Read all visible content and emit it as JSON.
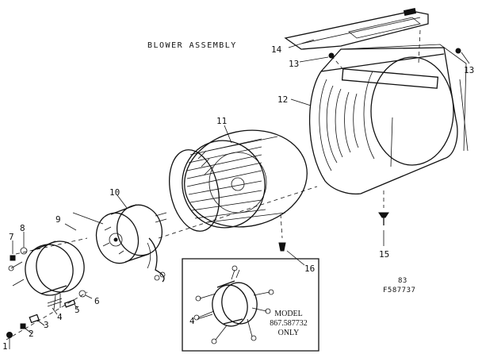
{
  "diagram": {
    "title": "BLOWER ASSEMBLY",
    "code_line1": "83",
    "code_line2": "F587737",
    "inset_note": [
      "MODEL",
      "867.587732",
      "ONLY"
    ],
    "callouts": {
      "c1": "1",
      "c2": "2",
      "c3": "3",
      "c4": "4",
      "c5": "5",
      "c6": "6",
      "c7": "7",
      "c8": "8",
      "c9": "9",
      "c10": "10",
      "c11": "11",
      "c12": "12",
      "c13a": "13",
      "c13b": "13",
      "c14": "14",
      "c15": "15",
      "c16": "16",
      "c4_inset": "4"
    }
  }
}
